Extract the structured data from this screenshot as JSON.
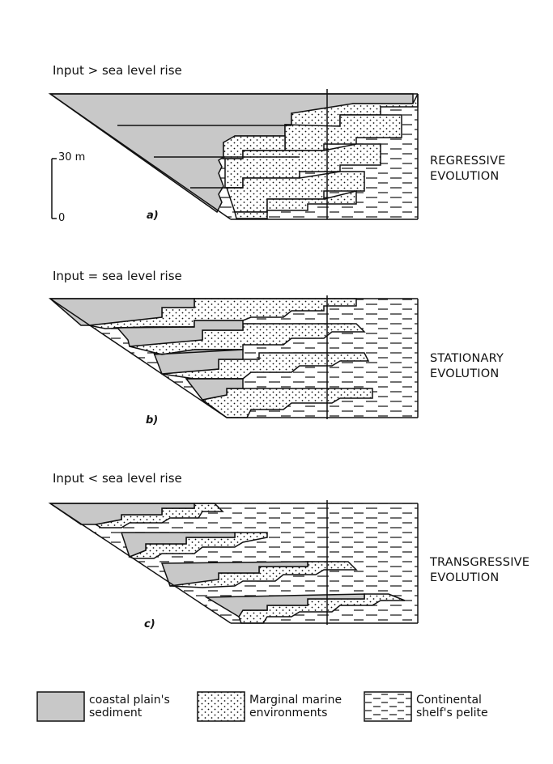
{
  "panels": [
    {
      "title": "Input > sea level rise",
      "evolution_line1": "REGRESSIVE",
      "evolution_line2": "EVOLUTION",
      "sublabel": "a)"
    },
    {
      "title": "Input = sea level rise",
      "evolution_line1": "STATIONARY",
      "evolution_line2": "EVOLUTION",
      "sublabel": "b)"
    },
    {
      "title": "Input < sea level rise",
      "evolution_line1": "TRANSGRESSIVE",
      "evolution_line2": "EVOLUTION",
      "sublabel": "c)"
    }
  ],
  "scale": {
    "top_label": "30 m",
    "bottom_label": "0"
  },
  "legend": [
    {
      "line1": "coastal plain's",
      "line2": "sediment",
      "pattern": "gray-fill"
    },
    {
      "line1": "Marginal marine",
      "line2": "environments",
      "pattern": "dots"
    },
    {
      "line1": "Continental",
      "line2": "shelf's pelite",
      "pattern": "dashes"
    }
  ],
  "colors": {
    "coastal_plain": "#c8c8c8",
    "ink": "#111111",
    "background": "#ffffff"
  }
}
